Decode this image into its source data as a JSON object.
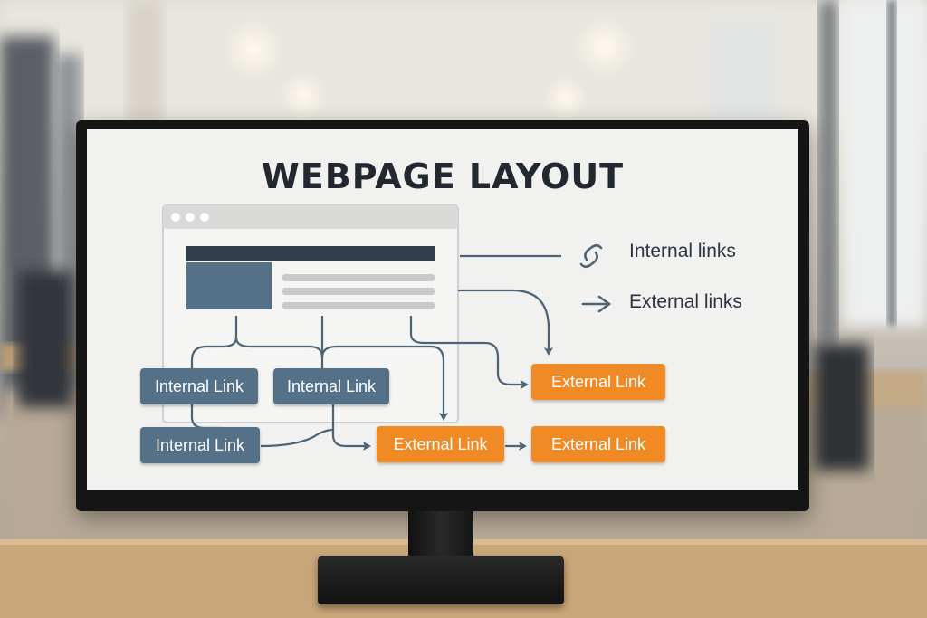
{
  "title": "WEBPAGE LAYOUT",
  "legend": {
    "internal": {
      "label": "Internal links",
      "icon": "chain-link-icon"
    },
    "external": {
      "label": "External links",
      "icon": "arrow-right-icon"
    }
  },
  "nodes": {
    "internal_1": "Internal Link",
    "internal_2": "Internal Link",
    "internal_3": "Internal Link",
    "external_1": "External Link",
    "external_2": "External Link",
    "external_3": "External Link"
  },
  "colors": {
    "internal": "#557187",
    "external": "#ef8a25",
    "connector": "#4d6476",
    "title": "#23272f"
  }
}
